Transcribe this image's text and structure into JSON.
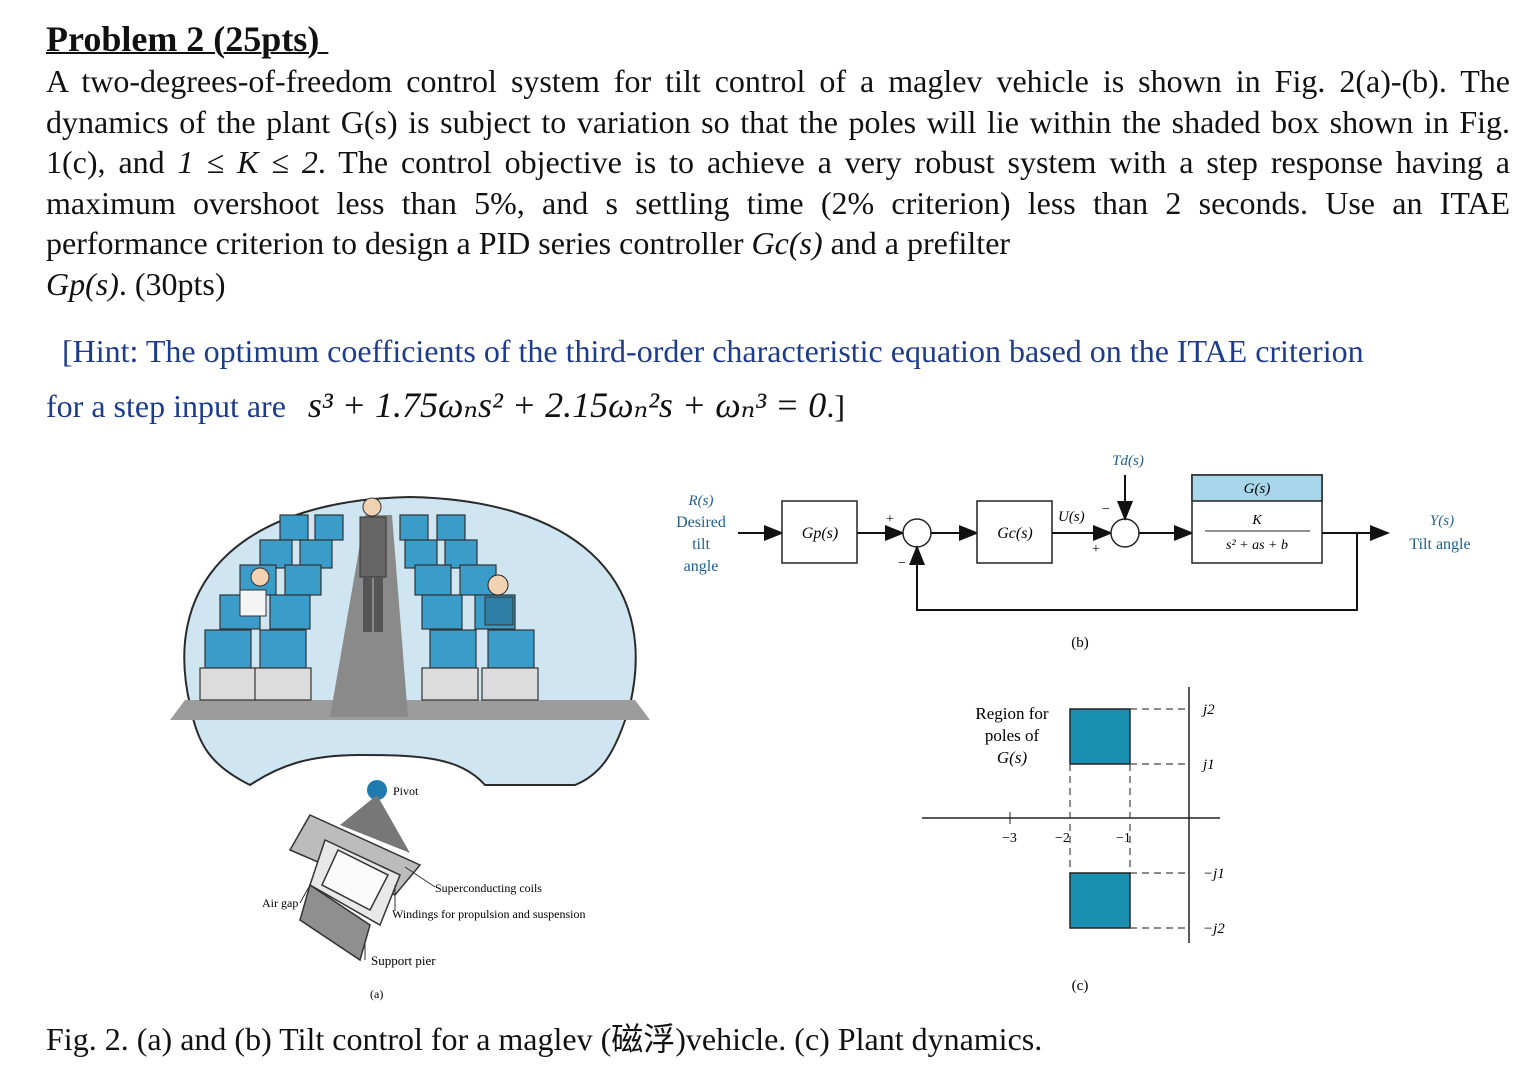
{
  "problem": {
    "title": "Problem 2 (25pts) ",
    "text_part1": "A two-degrees-of-freedom control system for tilt control of a maglev vehicle is shown in Fig. 2(a)-(b). The dynamics of the plant G(s) is subject to variation so that the poles will lie within the shaded box shown in Fig. 1(c), and",
    "k_range": "1 ≤ K ≤ 2",
    "text_part2": ". The control objective is to achieve a very robust system with a step response having a maximum overshoot less than 5%, and s settling time (2% criterion) less than 2 seconds. Use an ITAE performance criterion to design a PID series controller",
    "controller_symbol": "Gc(s)",
    "text_part3": "and a prefilter",
    "prefilter_symbol": "Gp(s)",
    "points_note": ". (30pts)"
  },
  "hint": {
    "line1": "[Hint: The optimum coefficients of the third-order characteristic equation based on the ITAE criterion",
    "line2_prefix": "for a step input are",
    "equation": "s³ + 1.75ωₙs² + 2.15ωₙ²s + ωₙ³ = 0",
    "line2_suffix": ".]"
  },
  "figure_a": {
    "pivot": "Pivot",
    "superconducting_coils": "Superconducting coils",
    "air_gap": "Air gap",
    "windings": "Windings for propulsion and suspension",
    "support_pier": "Support pier",
    "label": "(a)"
  },
  "figure_b": {
    "input_r": "R(s)",
    "input_desc_1": "Desired",
    "input_desc_2": "tilt",
    "input_desc_3": "angle",
    "prefilter": "Gp(s)",
    "controller": "Gc(s)",
    "disturbance": "Td(s)",
    "control_signal": "U(s)",
    "plant_header": "G(s)",
    "plant_num": "K",
    "plant_den": "s² + as + b",
    "output_y": "Y(s)",
    "output_desc": "Tilt angle",
    "sum1_plus": "+",
    "sum1_minus": "−",
    "sum2_minus": "−",
    "sum2_plus": "+",
    "label": "(b)"
  },
  "figure_c": {
    "region_label_1": "Region for",
    "region_label_2": "poles of",
    "region_label_3": "G(s)",
    "j2": "j2",
    "j1": "j1",
    "neg_j1": "−j1",
    "neg_j2": "−j2",
    "neg3": "−3",
    "neg2": "−2",
    "neg1": "−1",
    "label": "(c)",
    "box_color": "#1b8fb0"
  },
  "caption": "Fig. 2. (a) and (b) Tilt control for a maglev (磁浮)vehicle. (c) Plant dynamics."
}
